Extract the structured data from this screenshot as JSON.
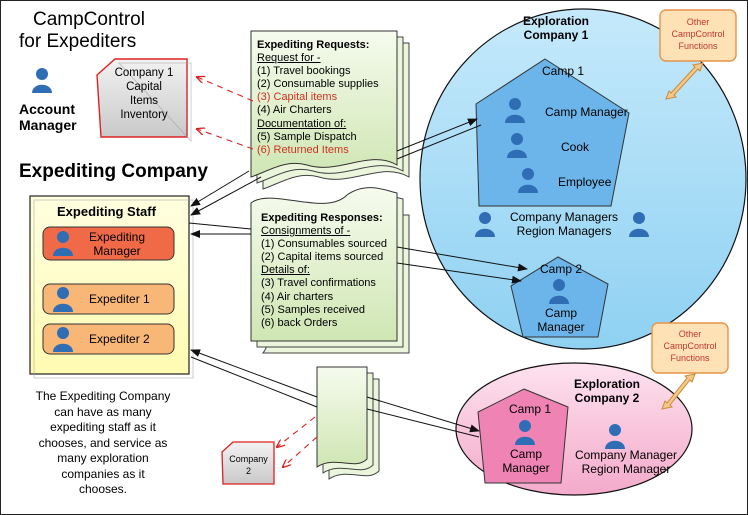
{
  "header": {
    "app_title_line1": "CampControl",
    "app_title_line2": "for Expediters",
    "expediting_company": "Expediting Company"
  },
  "account_manager": {
    "label_line1": "Account",
    "label_line2": "Manager"
  },
  "inventory_box": {
    "line1": "Company 1",
    "line2": "Capital",
    "line3": "Items",
    "line4": "Inventory"
  },
  "staff_box": {
    "title": "Expediting Staff",
    "manager_line1": "Expediting",
    "manager_line2": "Manager",
    "expediter1": "Expediter 1",
    "expediter2": "Expediter 2"
  },
  "requests_doc": {
    "title": "Expediting Requests:",
    "request_for": "Request for -",
    "r1": "(1) Travel bookings",
    "r2": "(2) Consumable supplies",
    "r3": "(3) Capital items",
    "r4": "(4) Air Charters",
    "doc_of": "Documentation of:",
    "r5": "(5) Sample Dispatch",
    "r6": "(6) Returned Items"
  },
  "responses_doc": {
    "title": "Expediting Responses:",
    "consignments": "Consignments of -",
    "c1": "(1) Consumables sourced",
    "c2": "(2) Capital items sourced",
    "details": "Details of:",
    "c3": "(3) Travel confirmations",
    "c4": "(4) Air charters",
    "c5": "(5) Samples received",
    "c6": "(6) back Orders"
  },
  "note": {
    "l1": "The Expediting Company",
    "l2": "can have as many",
    "l3": "expediting staff as it",
    "l4": "chooses, and service as",
    "l5": "many exploration",
    "l6": "companies as it",
    "l7": "chooses."
  },
  "company2_box": {
    "line1": "Company",
    "line2": "2"
  },
  "exploration1": {
    "title_line1": "Exploration",
    "title_line2": "Company 1",
    "camp1_title": "Camp 1",
    "camp_manager": "Camp Manager",
    "cook": "Cook",
    "employee": "Employee",
    "managers_line1": "Company Managers",
    "managers_line2": "Region Managers",
    "camp2_title": "Camp 2",
    "camp2_role_line1": "Camp",
    "camp2_role_line2": "Manager"
  },
  "exploration2": {
    "title_line1": "Exploration",
    "title_line2": "Company 2",
    "camp1_title": "Camp 1",
    "camp_role_line1": "Camp",
    "camp_role_line2": "Manager",
    "managers_line1": "Company Manager",
    "managers_line2": "Region Manager"
  },
  "other_functions_1": {
    "l1": "Other",
    "l2": "CampControl",
    "l3": "Functions"
  },
  "other_functions_2": {
    "l1": "Other",
    "l2": "CampControl",
    "l3": "Functions"
  },
  "colors": {
    "staff_fill": "#ffffc8",
    "manager_pill": "#f06a48",
    "expediter_pill": "#f9b777",
    "exploration1_fill": "#a9dcf6",
    "camp_fill": "#6cb5ea",
    "exploration2_fill": "#f8c3d8",
    "camp2_fill": "#ee83b4",
    "doc_fill": "#dff0c8",
    "callout_fill": "#ffe1b6",
    "callout_border": "#e79449",
    "person_blue": "#2f6db5",
    "arrow_red": "#dd2222"
  },
  "icons": [
    "person-icon",
    "double-arrow-icon",
    "document-icon"
  ]
}
